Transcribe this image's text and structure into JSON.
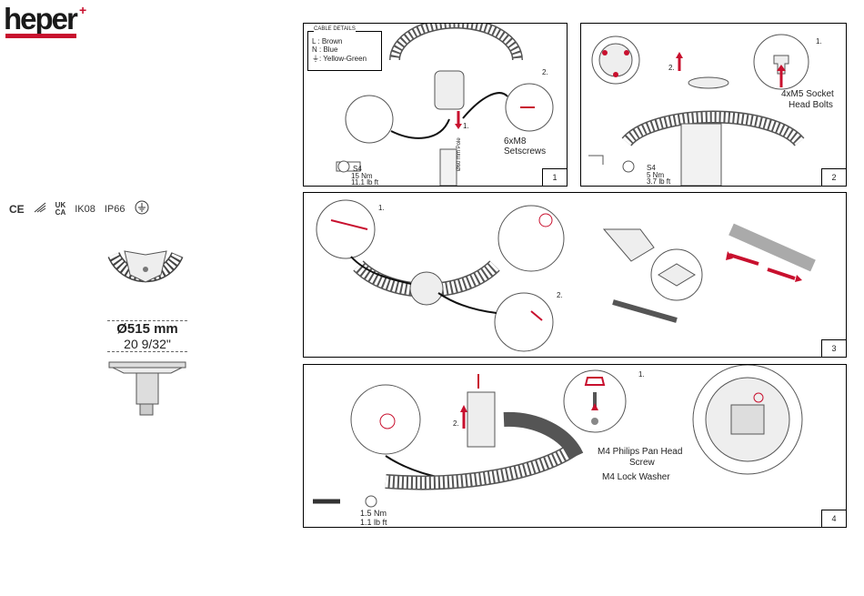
{
  "brand": {
    "logo_text": "heper"
  },
  "certifications": [
    "CE",
    "IK08",
    "IP66"
  ],
  "ukca": [
    "UK",
    "CA"
  ],
  "dimension": {
    "metric": "Ø515 mm",
    "imperial": "20 9/32\""
  },
  "panels": [
    {
      "number": "1",
      "cable_details_title": "CABLE DETAILS",
      "cable_lines": [
        "L : Brown",
        "N : Blue",
        ": Yellow-Green"
      ],
      "step_labels": [
        "1.",
        "2."
      ],
      "screws": "6xM8 Setscrews",
      "pole": "Ø60 mm Pole",
      "tool": "S4",
      "torque_nm": "15 Nm",
      "torque_lb": "11.1 lb ft"
    },
    {
      "number": "2",
      "step_labels": [
        "1.",
        "2."
      ],
      "bolts_line1": "4xM5 Socket",
      "bolts_line2": "Head Bolts",
      "tool": "S4",
      "torque_nm": "5 Nm",
      "torque_lb": "3.7 lb ft"
    },
    {
      "number": "3",
      "step_labels": [
        "1.",
        "2."
      ]
    },
    {
      "number": "4",
      "step_labels": [
        "1.",
        "2."
      ],
      "screw_line1": "M4 Philips Pan Head",
      "screw_line2": "Screw",
      "washer": "M4 Lock Washer",
      "torque_nm": "1.5 Nm",
      "torque_lb": "1.1 lb ft"
    }
  ]
}
